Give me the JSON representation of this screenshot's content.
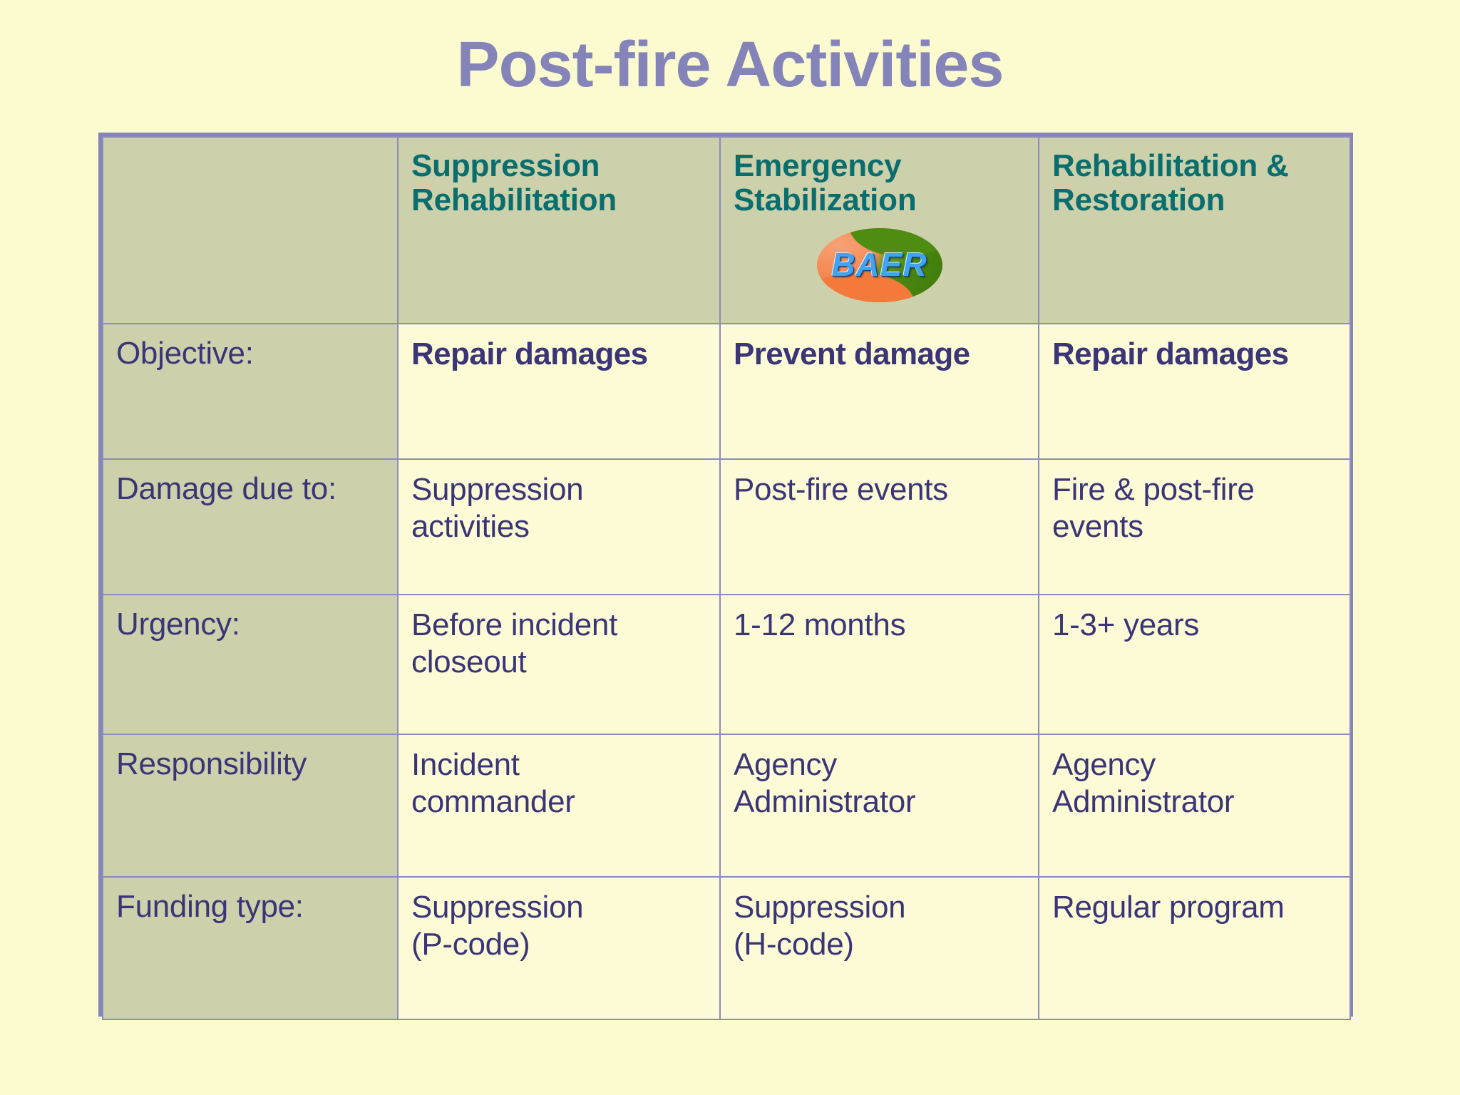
{
  "slide": {
    "title": "Post-fire Activities",
    "title_color": "#8484B8",
    "page_bg": "#FBFBCF"
  },
  "table": {
    "border_color": "#8484B8",
    "grid_color": "#8B8BBE",
    "header_bg": "#CCD1AB",
    "header_text_color": "#0A6E6E",
    "label_bg": "#CCD1AB",
    "cell_bg": "#FDFBD6",
    "body_text_color": "#3B3578",
    "corner_label": "",
    "columns": [
      {
        "label": "Suppression\nRehabilitation",
        "has_logo": false
      },
      {
        "label": "Emergency\nStabilization",
        "has_logo": true
      },
      {
        "label": "Rehabilitation &\nRestoration",
        "has_logo": false
      }
    ],
    "logo": {
      "name": "baer-logo",
      "text": "BAER",
      "orange": "#F4793B",
      "green": "#4E8C12",
      "text_color": "#3FA2F2"
    },
    "rows": [
      {
        "label": "Objective:",
        "bold": true,
        "cells": [
          "Repair damages",
          "Prevent damage",
          "Repair damages"
        ]
      },
      {
        "label": "Damage due to:",
        "bold": false,
        "cells": [
          "Suppression\nactivities",
          "Post-fire events",
          "Fire & post-fire\nevents"
        ]
      },
      {
        "label": "Urgency:",
        "bold": false,
        "cells": [
          "Before incident\ncloseout",
          "1-12 months",
          "1-3+ years"
        ]
      },
      {
        "label": "Responsibility",
        "bold": false,
        "cells": [
          "Incident\ncommander",
          "Agency\nAdministrator",
          "Agency\nAdministrator"
        ]
      },
      {
        "label": "Funding type:",
        "bold": false,
        "cells": [
          "Suppression\n(P-code)",
          "Suppression\n(H-code)",
          "Regular program"
        ]
      }
    ]
  }
}
